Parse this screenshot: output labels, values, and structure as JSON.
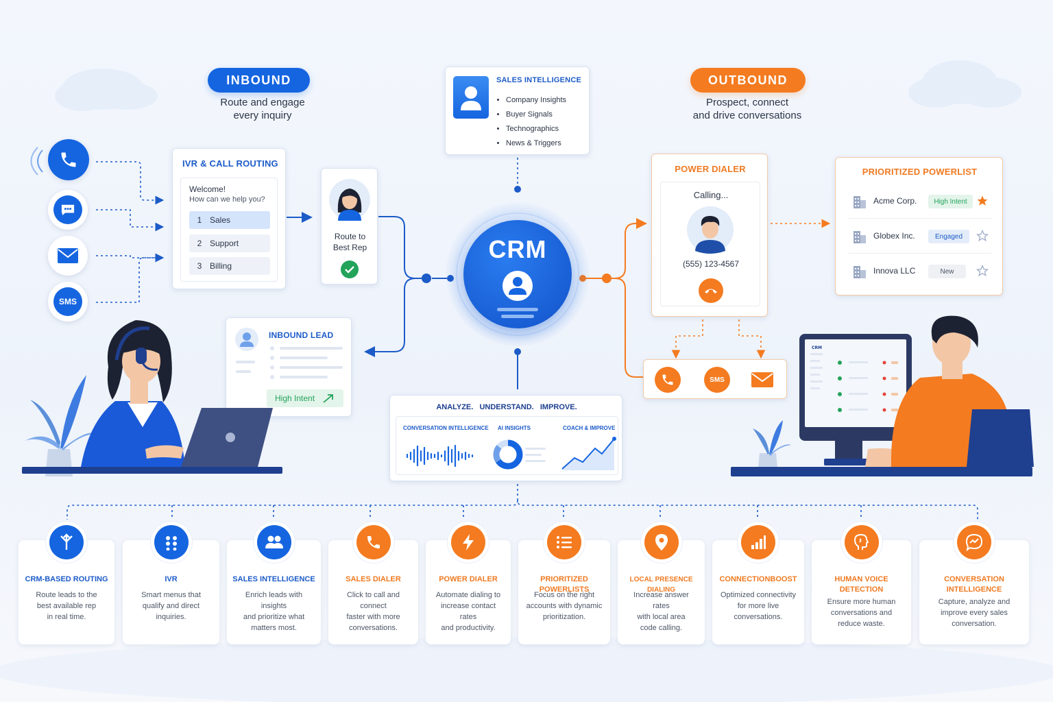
{
  "inbound": {
    "label": "INBOUND",
    "tagline_1": "Route and engage",
    "tagline_2": "every inquiry"
  },
  "outbound": {
    "label": "OUTBOUND",
    "tagline_1": "Prospect, connect",
    "tagline_2": "and drive conversations"
  },
  "channels": {
    "sms_label": "SMS"
  },
  "ivr_card": {
    "title": "IVR & CALL ROUTING",
    "welcome": "Welcome!",
    "prompt": "How can we help you?",
    "options": [
      {
        "num": "1",
        "label": "Sales"
      },
      {
        "num": "2",
        "label": "Support"
      },
      {
        "num": "3",
        "label": "Billing"
      }
    ]
  },
  "route_card": {
    "line_1": "Route to",
    "line_2": "Best Rep"
  },
  "sales_intel_card": {
    "title": "SALES INTELLIGENCE",
    "items": [
      "Company Insights",
      "Buyer Signals",
      "Technographics",
      "News & Triggers"
    ]
  },
  "crm": {
    "label": "CRM"
  },
  "inbound_lead": {
    "title": "INBOUND LEAD",
    "badge": "High Intent"
  },
  "analyze": {
    "title": "ANALYZE.   UNDERSTAND.   IMPROVE.",
    "panels": [
      "CONVERSATION INTELLIGENCE",
      "AI INSIGHTS",
      "COACH & IMPROVE"
    ]
  },
  "power_dialer": {
    "title": "POWER DIALER",
    "status": "Calling...",
    "phone": "(555) 123-4567"
  },
  "outbound_channels": {
    "sms_label": "SMS"
  },
  "powerlist": {
    "title": "PRIORITIZED POWERLIST",
    "rows": [
      {
        "company": "Acme Corp.",
        "tag": "High Intent",
        "starred": true
      },
      {
        "company": "Globex Inc.",
        "tag": "Engaged",
        "starred": false
      },
      {
        "company": "Innova LLC",
        "tag": "New",
        "starred": false
      }
    ]
  },
  "monitor": {
    "label": "CRM"
  },
  "features": [
    {
      "title": "CRM-BASED ROUTING",
      "desc_1": "Route leads to the",
      "desc_2": "best available rep",
      "desc_3": "in real time."
    },
    {
      "title": "IVR",
      "desc_1": "Smart menus that",
      "desc_2": "qualify and direct",
      "desc_3": "inquiries."
    },
    {
      "title": "SALES INTELLIGENCE",
      "desc_1": "Enrich leads with insights",
      "desc_2": "and prioritize what",
      "desc_3": "matters most."
    },
    {
      "title": "SALES DIALER",
      "desc_1": "Click to call and connect",
      "desc_2": "faster with more",
      "desc_3": "conversations."
    },
    {
      "title": "POWER DIALER",
      "desc_1": "Automate dialing to",
      "desc_2": "increase contact rates",
      "desc_3": "and productivity."
    },
    {
      "title": "PRIORITIZED POWERLISTS",
      "desc_1": "Focus on the right",
      "desc_2": "accounts with dynamic",
      "desc_3": "prioritization."
    },
    {
      "title": "LOCAL PRESENCE DIALING",
      "desc_1": "Increase answer rates",
      "desc_2": "with local area",
      "desc_3": "code calling."
    },
    {
      "title": "CONNECTIONBOOST",
      "desc_1": "Optimized connectivity",
      "desc_2": "for more live",
      "desc_3": "conversations."
    },
    {
      "title_1": "HUMAN VOICE",
      "title_2": "DETECTION",
      "desc_1": "Ensure more human",
      "desc_2": "conversations and",
      "desc_3": "reduce waste."
    },
    {
      "title_1": "CONVERSATION",
      "title_2": "INTELLIGENCE",
      "desc_1": "Capture, analyze and",
      "desc_2": "improve every sales",
      "desc_3": "conversation."
    }
  ],
  "colors": {
    "blue": "#1565e0",
    "orange": "#f47b20",
    "green": "#22a35a"
  }
}
